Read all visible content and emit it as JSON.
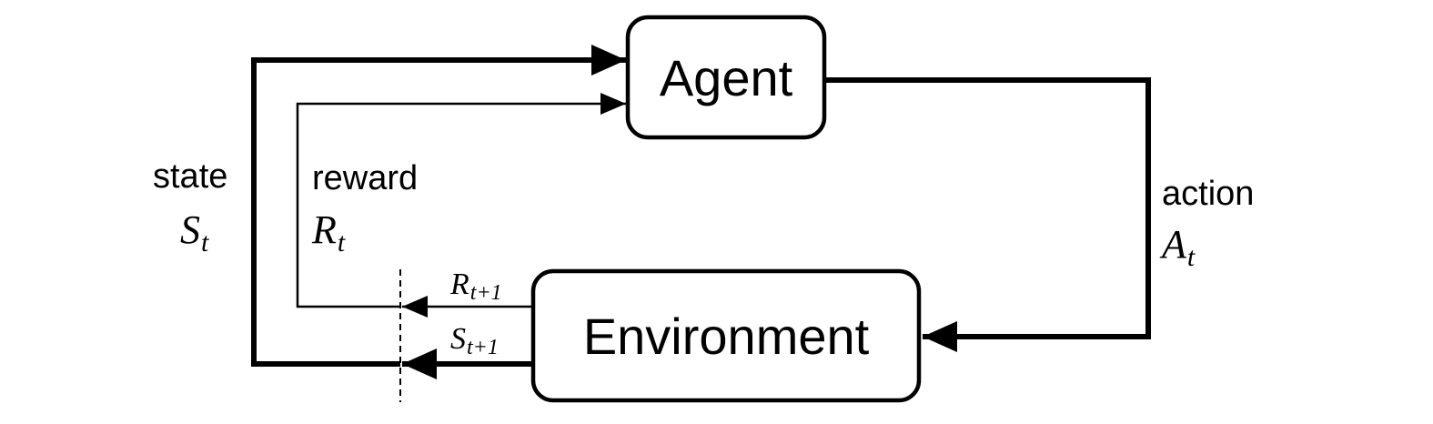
{
  "nodes": {
    "agent": "Agent",
    "environment": "Environment"
  },
  "labels": {
    "state_word": "state",
    "state_symbol": "S",
    "state_subscript": "t",
    "reward_word": "reward",
    "reward_symbol": "R",
    "reward_subscript": "t",
    "action_word": "action",
    "action_symbol": "A",
    "action_subscript": "t",
    "next_reward_symbol": "R",
    "next_reward_subscript": "t+1",
    "next_state_symbol": "S",
    "next_state_subscript": "t+1"
  }
}
